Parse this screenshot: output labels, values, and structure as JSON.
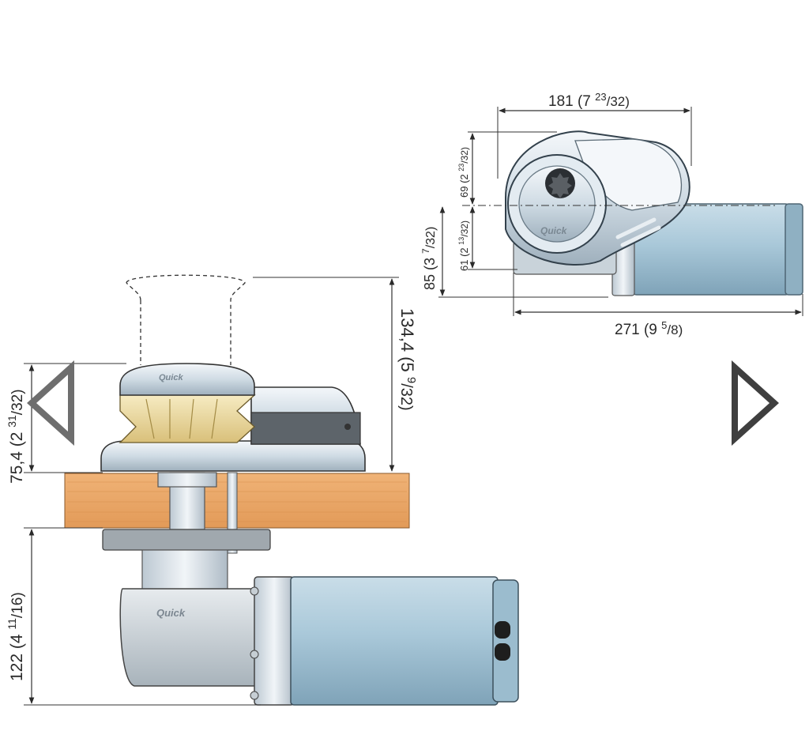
{
  "dimensions": {
    "top_width": {
      "main": "181 (7 ",
      "sup": "23",
      "tail": "/32)"
    },
    "top_upper_height": {
      "main": "69 (2 ",
      "sup": "23",
      "tail": "/32)"
    },
    "top_lower_height": {
      "main": "61 (2 ",
      "sup": "13",
      "tail": "/32)"
    },
    "top_total_height": {
      "main": "85 (3 ",
      "sup": "7",
      "tail": "/32)"
    },
    "top_length": {
      "main": "271 (9 ",
      "sup": "5",
      "tail": "/8)"
    },
    "side_total_height": {
      "main": "134,4 (5 ",
      "sup": "9",
      "tail": "/32)"
    },
    "side_above_deck": {
      "main": "75,4 (2 ",
      "sup": "31",
      "tail": "/32)"
    },
    "side_below_deck": {
      "main": "122 (4 ",
      "sup": "11",
      "tail": "/16)"
    }
  },
  "nav": {
    "prev_icon": "triangle-left-outline",
    "next_icon": "triangle-right-outline"
  },
  "colors": {
    "deck_wood": "#e9a565",
    "motor_blue": "#a9c8d9",
    "chrome": "#d7e2ea",
    "gypsy_brass": "#ead9a0",
    "nav_arrow": "#6e6e6e"
  }
}
